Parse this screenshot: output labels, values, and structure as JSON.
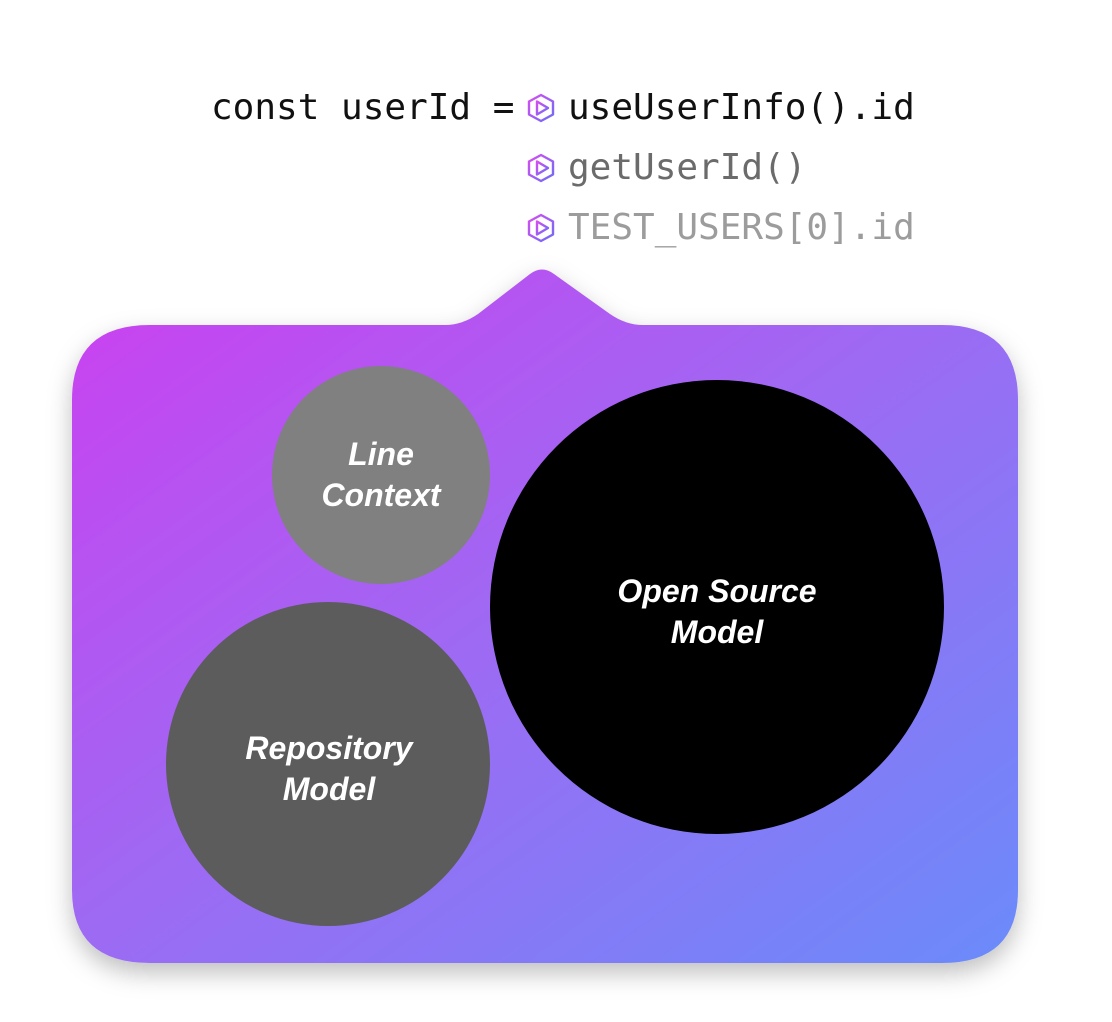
{
  "code": {
    "prefix": "const userId =",
    "suggestions": [
      {
        "text": "useUserInfo().id",
        "icon": "hexagon-play-icon"
      },
      {
        "text": "getUserId()",
        "icon": "hexagon-play-icon"
      },
      {
        "text": "TEST_USERS[0].id",
        "icon": "hexagon-play-icon"
      }
    ]
  },
  "bubble": {
    "gradient_start": "#cc3ff0",
    "gradient_mid": "#9c6bf3",
    "gradient_end": "#6a8bfa",
    "circles": [
      {
        "name": "line-context",
        "label": "Line\nContext",
        "color": "#808080"
      },
      {
        "name": "repository-model",
        "label": "Repository\nModel",
        "color": "#5c5c5c"
      },
      {
        "name": "open-source-model",
        "label": "Open Source\nModel",
        "color": "#000000"
      }
    ]
  }
}
